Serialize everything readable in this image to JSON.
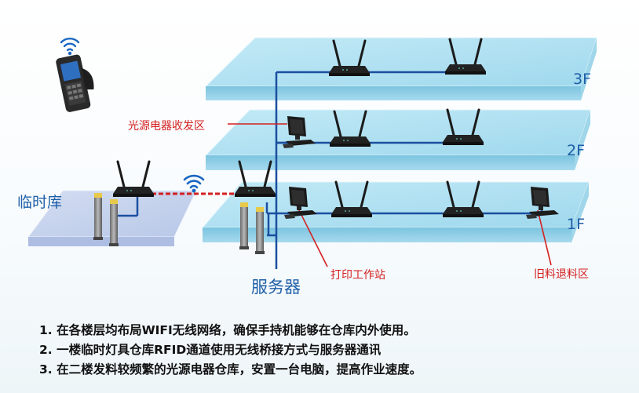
{
  "floors": [
    {
      "id": "3f",
      "label": "3F"
    },
    {
      "id": "2f",
      "label": "2F"
    },
    {
      "id": "1f",
      "label": "1F"
    }
  ],
  "areas": {
    "temp_warehouse": "临时库",
    "light_source": "光源电器收发区",
    "print_station": "打印工作站",
    "old_material": "旧料退料区",
    "server": "服务器"
  },
  "notes": [
    "1. 在各楼层均布局WIFI无线网络，确保手持机能够在仓库内外使用。",
    "2. 一楼临时灯具仓库RFID通道使用无线桥接方式与服务器通讯",
    "3. 在二楼发料较频繁的光源电器仓库，安置一台电脑，提高作业速度。"
  ],
  "colors": {
    "floor_fill": "#9fd9ee",
    "floor_side": "#7fc6e2",
    "temp_floor_fill": "#c4d2ec",
    "network_line": "#1a4fa0",
    "bridge_line": "#d42020",
    "callout_line": "#d42020",
    "label_blue": "#1f5fa8",
    "label_red": "#d42020"
  },
  "icons": [
    "wifi-icon",
    "router-icon",
    "computer-icon",
    "rfid-gate-icon",
    "handheld-terminal-icon"
  ]
}
